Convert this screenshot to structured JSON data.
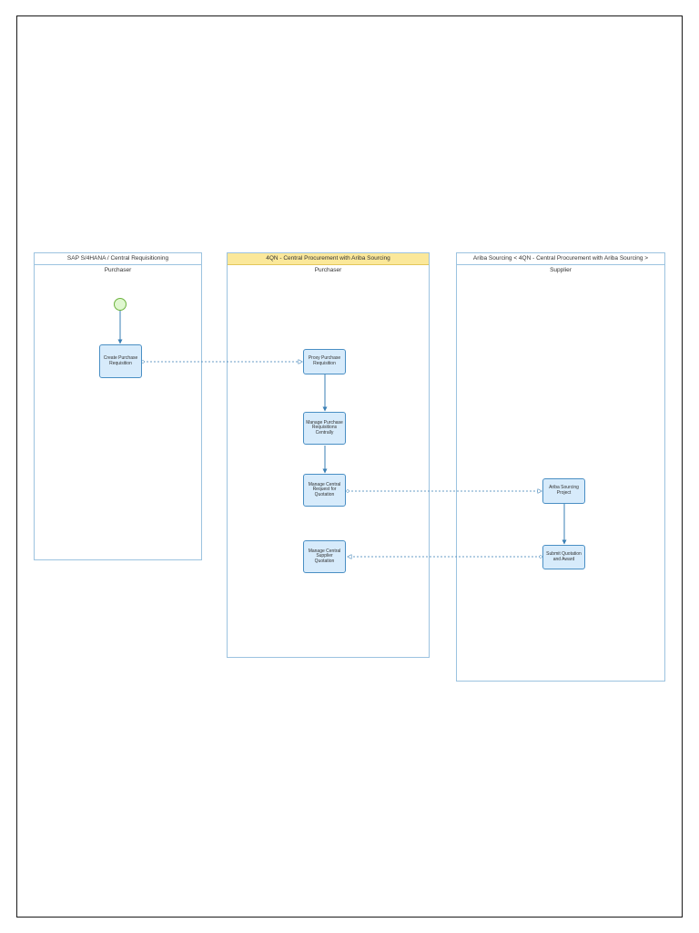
{
  "diagram": {
    "lanes": [
      {
        "title": "SAP S/4HANA / Central Requisitioning",
        "role": "Purchaser",
        "highlighted": false
      },
      {
        "title": "4QN - Central Procurement with Ariba Sourcing",
        "role": "Purchaser",
        "highlighted": true
      },
      {
        "title": "Ariba Sourcing < 4QN - Central Procurement with Ariba Sourcing >",
        "role": "Supplier",
        "highlighted": false
      }
    ],
    "tasks": {
      "create_pr": "Create Purchase Requisition",
      "proxy_pr": "Proxy Purchase Requisition",
      "manage_pr": "Manage Purchase Requisitions Centrally",
      "manage_rfq": "Manage Central Request for Quotation",
      "manage_sq": "Manage Central Supplier Quotation",
      "ariba_project": "Ariba Sourcing Project",
      "submit_award": "Submit Quotation and Award"
    },
    "colors": {
      "lane_border": "#9cc3e0",
      "highlight_header": "#fbe89a",
      "task_fill": "#d7ebfb",
      "task_border": "#4a8fc4",
      "start_fill": "#dff7cf",
      "start_border": "#6db33f",
      "flow_line": "#3a7fb5"
    }
  }
}
